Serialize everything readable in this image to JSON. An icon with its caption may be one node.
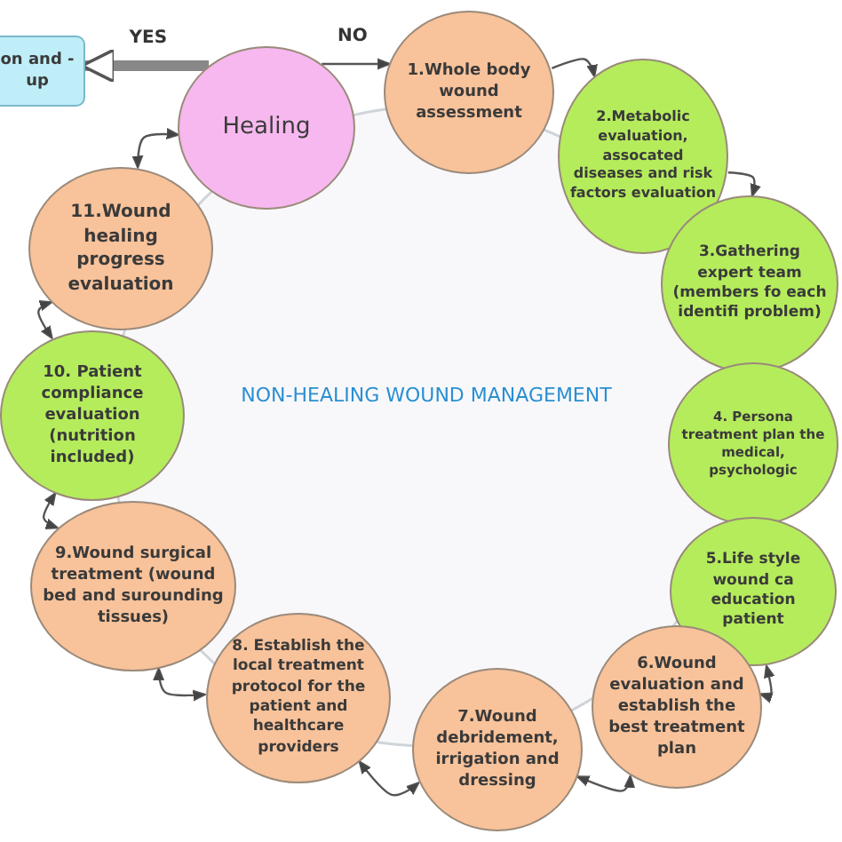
{
  "diagram": {
    "title": "NON-HEALING WOUND MANAGEMENT",
    "nodes": [
      {
        "text": [
          "on and -up"
        ]
      },
      {
        "text": [
          "Healing"
        ]
      },
      {
        "text": [
          "1.Whole body wound assessment"
        ]
      },
      {
        "text": [
          "2.Metabolic evaluation, assocated diseases and risk factors evaluation"
        ]
      },
      {
        "text": [
          "3.Gathering expert team (members fo each identifi problem)"
        ]
      },
      {
        "text": [
          "4. Persona treatment plan the medical, psychologic"
        ]
      },
      {
        "text": [
          "5.Life style wound ca education patient"
        ]
      },
      {
        "text": [
          "6.Wound evaluation and establish the best treatment plan"
        ]
      },
      {
        "text": [
          "7.Wound debridement, irrigation and dressing"
        ]
      },
      {
        "text": [
          "8. Establish the local treatment protocol for the patient and healthcare providers"
        ]
      },
      {
        "text": [
          "9.Wound surgical treatment (wound bed and surounding tissues)"
        ]
      },
      {
        "text": [
          "10. Patient compliance evaluation (nutrition included)"
        ]
      },
      {
        "text": [
          "11.Wound healing progress evaluation"
        ]
      }
    ],
    "edges": [
      {
        "from": 1,
        "to": 0,
        "arrow": "to",
        "label": "YES",
        "style": "thick"
      },
      {
        "from": 1,
        "to": 2,
        "arrow": "to",
        "label": "NO"
      },
      {
        "from": 2,
        "to": 3,
        "arrow": "to"
      },
      {
        "from": 3,
        "to": 4,
        "arrow": "to"
      },
      {
        "from": 6,
        "to": 7,
        "arrow": "both"
      },
      {
        "from": 7,
        "to": 8,
        "arrow": "both"
      },
      {
        "from": 8,
        "to": 9,
        "arrow": "both"
      },
      {
        "from": 9,
        "to": 10,
        "arrow": "both"
      },
      {
        "from": 10,
        "to": 11,
        "arrow": "both"
      },
      {
        "from": 11,
        "to": 12,
        "arrow": "both"
      },
      {
        "from": 12,
        "to": 1,
        "arrow": "both"
      }
    ]
  }
}
